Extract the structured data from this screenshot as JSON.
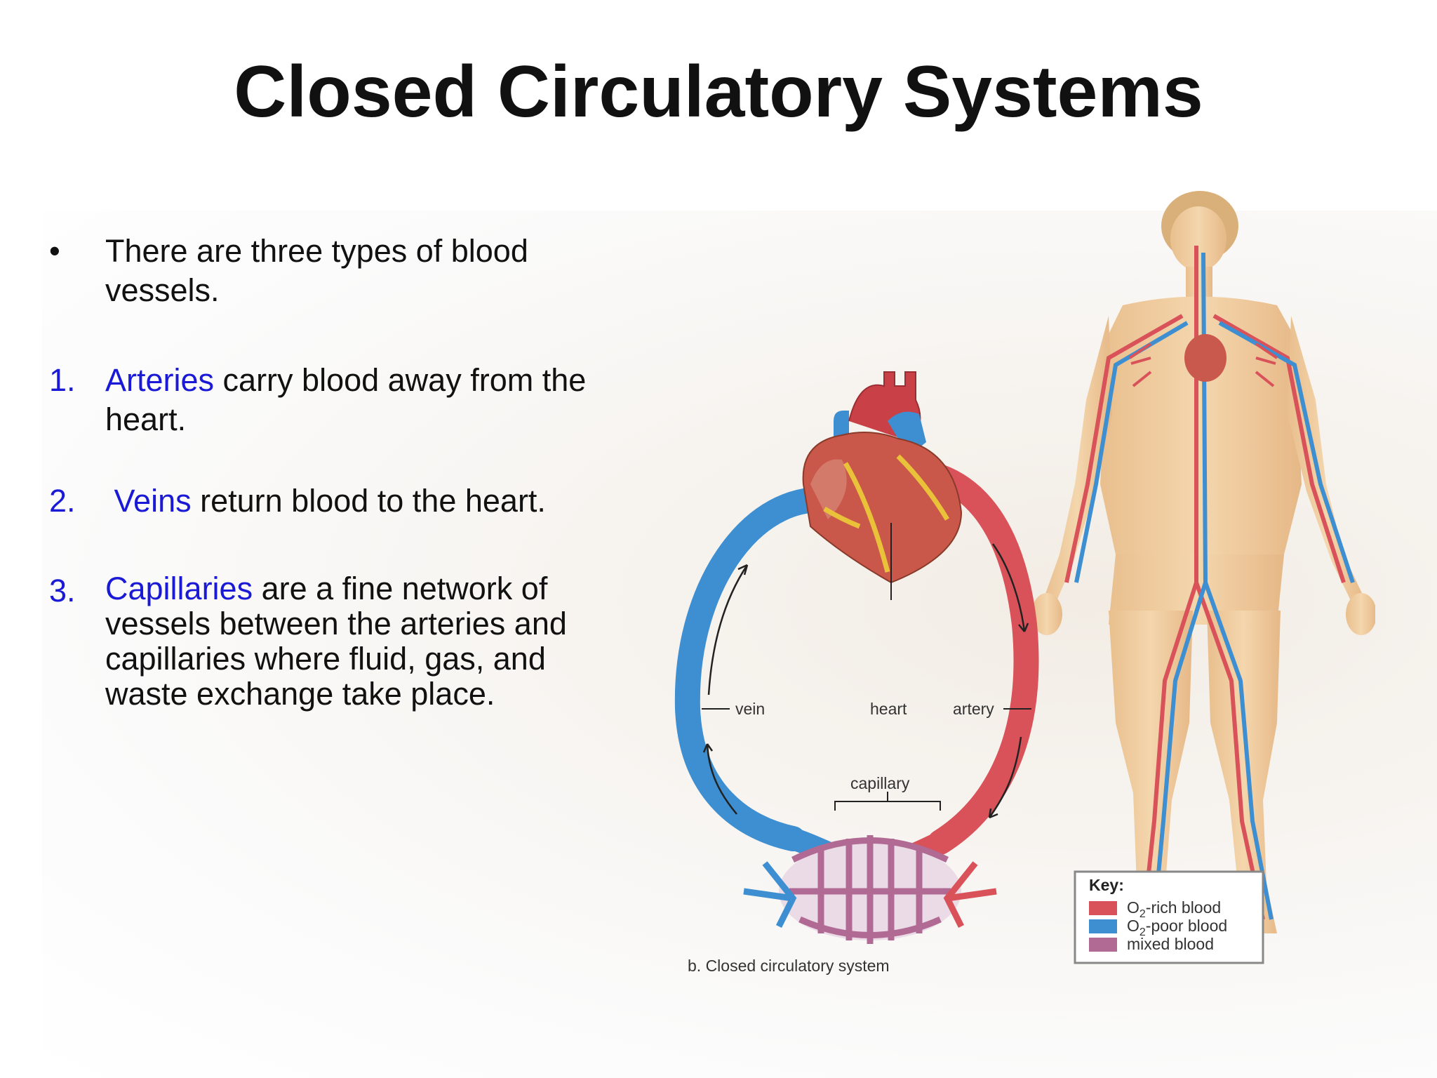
{
  "slide": {
    "title": "Closed Circulatory Systems"
  },
  "content": {
    "bullet_marker": "•",
    "bullet_text": "There are three types of blood vessels.",
    "items": [
      {
        "number": "1.",
        "keyword": "Arteries",
        "rest": " carry blood away from the heart."
      },
      {
        "number": "2.",
        "keyword": "Veins",
        "rest": " return blood to the heart."
      },
      {
        "number": "3.",
        "keyword": "Capillaries",
        "rest": " are a fine network of vessels between the arteries and capillaries where fluid, gas, and waste exchange take place."
      }
    ]
  },
  "figure": {
    "labels": {
      "vein": "vein",
      "heart": "heart",
      "artery": "artery",
      "capillary": "capillary"
    },
    "caption": "b. Closed circulatory system",
    "key": {
      "title": "Key:",
      "entries": [
        {
          "label_main": "O",
          "label_sub": "2",
          "label_rest": "-rich blood",
          "color": "#d9525a"
        },
        {
          "label_main": "O",
          "label_sub": "2",
          "label_rest": "-poor blood",
          "color": "#3d8fd1"
        },
        {
          "label_main": "",
          "label_sub": "",
          "label_rest": "mixed blood",
          "color": "#b06a94"
        }
      ]
    }
  },
  "colors": {
    "title": "#111111",
    "accent_blue": "#1a1ad6",
    "artery_red": "#d9525a",
    "vein_blue": "#3d8fd1",
    "mixed": "#b06a94",
    "skin": "#f0cfa0"
  }
}
